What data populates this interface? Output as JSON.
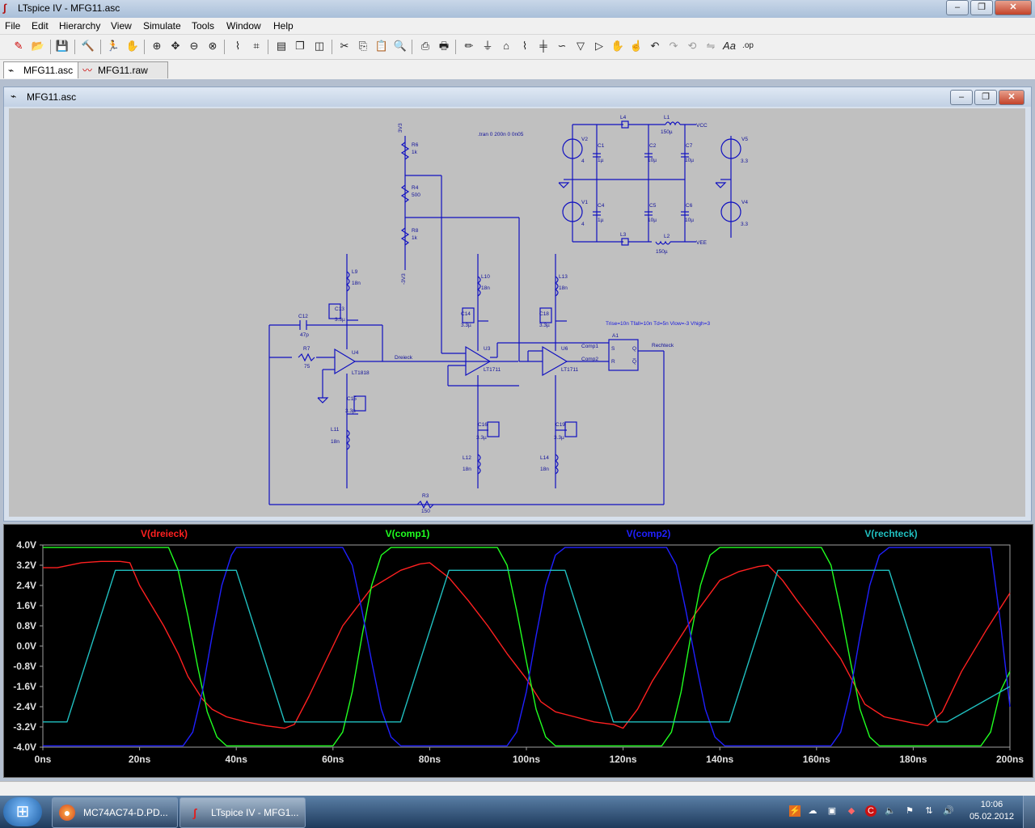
{
  "window": {
    "title": "LTspice IV - MFG11.asc"
  },
  "menu": [
    "File",
    "Edit",
    "Hierarchy",
    "View",
    "Simulate",
    "Tools",
    "Window",
    "Help"
  ],
  "tabs": [
    {
      "label": "MFG11.asc",
      "icon": "schematic-icon",
      "active": true
    },
    {
      "label": "MFG11.raw",
      "icon": "waveform-icon",
      "active": false
    }
  ],
  "schematic": {
    "window_title": "MFG11.asc",
    "directive": ".tran 0 200n 0 0n05",
    "pulse_params": "Trise=10n Tfall=10n Td=5n Vlow=-3 Vhigh=3",
    "rail_labels": {
      "p3v3_top": "3V3",
      "m3v3_bottom": "-3V3",
      "vcc": "VCC",
      "vee": "VEE"
    },
    "resistors": [
      {
        "ref": "R6",
        "value": "1k"
      },
      {
        "ref": "R4",
        "value": "500"
      },
      {
        "ref": "R8",
        "value": "1k"
      },
      {
        "ref": "R7",
        "value": "75"
      },
      {
        "ref": "R3",
        "value": "150"
      }
    ],
    "capacitors": [
      {
        "ref": "C12",
        "value": "47p"
      },
      {
        "ref": "C13",
        "value": "3.3µ"
      },
      {
        "ref": "C15",
        "value": "3.3µ"
      },
      {
        "ref": "C14",
        "value": "3.3µ"
      },
      {
        "ref": "C16",
        "value": "3.3µ"
      },
      {
        "ref": "C18",
        "value": "3.3µ"
      },
      {
        "ref": "C19",
        "value": "3.3µ"
      },
      {
        "ref": "C1",
        "value": "1µ"
      },
      {
        "ref": "C2",
        "value": "10µ"
      },
      {
        "ref": "C7",
        "value": "10µ"
      },
      {
        "ref": "C4",
        "value": "1µ"
      },
      {
        "ref": "C5",
        "value": "10µ"
      },
      {
        "ref": "C6",
        "value": "10µ"
      }
    ],
    "inductors": [
      {
        "ref": "L9",
        "value": "18n"
      },
      {
        "ref": "L11",
        "value": "18n"
      },
      {
        "ref": "L10",
        "value": "18n"
      },
      {
        "ref": "L12",
        "value": "18n"
      },
      {
        "ref": "L13",
        "value": "18n"
      },
      {
        "ref": "L14",
        "value": "18n"
      },
      {
        "ref": "L1",
        "value": "150µ"
      },
      {
        "ref": "L2",
        "value": "150µ"
      },
      {
        "ref": "L4",
        "value": ""
      },
      {
        "ref": "L3",
        "value": ""
      }
    ],
    "sources": [
      {
        "ref": "V2",
        "value": "4"
      },
      {
        "ref": "V1",
        "value": "4"
      },
      {
        "ref": "V5",
        "value": "3.3"
      },
      {
        "ref": "V4",
        "value": "3.3"
      }
    ],
    "opamps": [
      {
        "ref": "U4",
        "part": "LT1818"
      },
      {
        "ref": "U3",
        "part": "LT1711"
      },
      {
        "ref": "U6",
        "part": "LT1711"
      }
    ],
    "flipflop": {
      "ref": "A1",
      "pins": [
        "S",
        "R",
        "Q",
        "Q̅"
      ]
    },
    "net_labels": {
      "dreieck": "Dreieck",
      "comp1": "Comp1",
      "comp2": "Comp2",
      "rechteck": "Rechteck"
    }
  },
  "waveform": {
    "traces": [
      {
        "name": "V(dreieck)",
        "color": "#ff2020"
      },
      {
        "name": "V(comp1)",
        "color": "#20ff20"
      },
      {
        "name": "V(comp2)",
        "color": "#2020ff"
      },
      {
        "name": "V(rechteck)",
        "color": "#20c0c0"
      }
    ],
    "y_ticks": [
      "4.0V",
      "3.2V",
      "2.4V",
      "1.6V",
      "0.8V",
      "0.0V",
      "-0.8V",
      "-1.6V",
      "-2.4V",
      "-3.2V",
      "-4.0V"
    ],
    "x_ticks": [
      "0ns",
      "20ns",
      "40ns",
      "60ns",
      "80ns",
      "100ns",
      "120ns",
      "140ns",
      "160ns",
      "180ns",
      "200ns"
    ]
  },
  "chart_data": {
    "type": "line",
    "title": "",
    "xlabel": "",
    "ylabel": "",
    "xlim": [
      0,
      200
    ],
    "ylim": [
      -4.0,
      4.0
    ],
    "x_unit": "ns",
    "y_unit": "V",
    "grid": false,
    "legend": "top",
    "series": [
      {
        "name": "V(dreieck)",
        "color": "#ff2020",
        "x": [
          0,
          3,
          8,
          12,
          16,
          18,
          20,
          25,
          28,
          30,
          33,
          35,
          38,
          42,
          46,
          50,
          52,
          55,
          58,
          62,
          68,
          74,
          78,
          80,
          84,
          88,
          92,
          96,
          100,
          103,
          106,
          110,
          114,
          118,
          120,
          123,
          126,
          130,
          135,
          140,
          144,
          148,
          150,
          153,
          156,
          160,
          165,
          170,
          174,
          180,
          183,
          186,
          190,
          195,
          200
        ],
        "y": [
          3.1,
          3.1,
          3.3,
          3.35,
          3.35,
          3.3,
          2.4,
          0.8,
          -0.3,
          -1.2,
          -2.1,
          -2.5,
          -2.8,
          -3.0,
          -3.15,
          -3.25,
          -3.1,
          -2.0,
          -0.8,
          0.8,
          2.3,
          3.0,
          3.25,
          3.3,
          2.7,
          1.8,
          0.8,
          -0.3,
          -1.3,
          -2.2,
          -2.6,
          -2.8,
          -3.0,
          -3.1,
          -3.25,
          -2.5,
          -1.4,
          -0.2,
          1.3,
          2.6,
          2.95,
          3.15,
          3.2,
          2.6,
          1.8,
          0.8,
          -0.5,
          -2.3,
          -2.8,
          -3.05,
          -3.15,
          -2.6,
          -1.0,
          0.6,
          2.1
        ]
      },
      {
        "name": "V(comp1)",
        "color": "#20ff20",
        "x": [
          0,
          26,
          28,
          30,
          32,
          34,
          36,
          38,
          60,
          62,
          64,
          66,
          68,
          70,
          72,
          94,
          96,
          98,
          100,
          102,
          104,
          106,
          128,
          130,
          132,
          134,
          136,
          138,
          140,
          161,
          163,
          165,
          167,
          169,
          171,
          173,
          194,
          196,
          198,
          200
        ],
        "y": [
          3.9,
          3.9,
          3.0,
          1.2,
          -0.8,
          -2.6,
          -3.6,
          -3.95,
          -3.95,
          -3.4,
          -1.8,
          0.4,
          2.4,
          3.6,
          3.9,
          3.9,
          3.2,
          1.4,
          -0.6,
          -2.5,
          -3.6,
          -3.95,
          -3.95,
          -3.4,
          -1.8,
          0.4,
          2.4,
          3.6,
          3.9,
          3.9,
          3.2,
          1.4,
          -0.6,
          -2.5,
          -3.6,
          -3.95,
          -3.95,
          -3.4,
          -1.8,
          -1.0
        ]
      },
      {
        "name": "V(comp2)",
        "color": "#2020ff",
        "x": [
          0,
          29,
          31,
          33,
          35,
          37,
          39,
          40,
          62,
          64,
          66,
          68,
          70,
          72,
          74,
          96,
          98,
          100,
          102,
          104,
          106,
          108,
          129,
          131,
          133,
          135,
          137,
          139,
          141,
          163,
          165,
          167,
          169,
          171,
          173,
          175,
          196,
          198,
          200
        ],
        "y": [
          -3.95,
          -3.95,
          -3.4,
          -1.8,
          0.4,
          2.4,
          3.6,
          3.9,
          3.9,
          3.2,
          1.4,
          -0.6,
          -2.5,
          -3.6,
          -3.95,
          -3.95,
          -3.4,
          -1.8,
          0.4,
          2.4,
          3.6,
          3.9,
          3.9,
          3.2,
          1.4,
          -0.6,
          -2.5,
          -3.6,
          -3.95,
          -3.95,
          -3.4,
          -1.8,
          0.4,
          2.4,
          3.6,
          3.9,
          3.9,
          1.0,
          -2.4
        ]
      },
      {
        "name": "V(rechteck)",
        "color": "#20c0c0",
        "x": [
          0,
          5,
          15,
          17,
          40,
          50,
          52,
          74,
          84,
          86,
          108,
          118,
          120,
          142,
          152,
          154,
          175,
          185,
          187,
          200
        ],
        "y": [
          -3.0,
          -3.0,
          3.0,
          3.0,
          3.0,
          -3.0,
          -3.0,
          -3.0,
          3.0,
          3.0,
          3.0,
          -3.0,
          -3.0,
          -3.0,
          3.0,
          3.0,
          3.0,
          -3.0,
          -3.0,
          -1.6
        ]
      }
    ]
  },
  "taskbar": {
    "items": [
      {
        "label": "MC74AC74-D.PD...",
        "icon": "firefox-icon",
        "active": false
      },
      {
        "label": "LTspice IV - MFG1...",
        "icon": "ltspice-icon",
        "active": true
      }
    ],
    "time": "10:06",
    "date": "05.02.2012"
  }
}
